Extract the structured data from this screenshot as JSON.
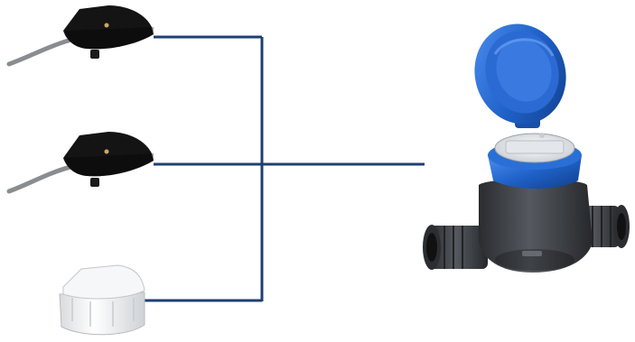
{
  "diagram": {
    "nodes": [
      {
        "id": "sensor-1",
        "kind": "pulse-sensor",
        "variant": "black-with-cable"
      },
      {
        "id": "sensor-2",
        "kind": "pulse-sensor",
        "variant": "black-with-cable"
      },
      {
        "id": "module-3",
        "kind": "add-on-module",
        "variant": "white-cap"
      },
      {
        "id": "meter",
        "kind": "water-meter",
        "variant": "blue-lid-open"
      }
    ],
    "connections": [
      {
        "from": "sensor-1",
        "to": "meter"
      },
      {
        "from": "sensor-2",
        "to": "meter"
      },
      {
        "from": "module-3",
        "to": "meter"
      }
    ]
  },
  "colors": {
    "connector": "#1f3f73",
    "sensor_body": "#141414",
    "cable": "#8a8d90",
    "module_white": "#f1f2f4",
    "meter_lid": "#1f62c9",
    "meter_body": "#3a3d42"
  }
}
